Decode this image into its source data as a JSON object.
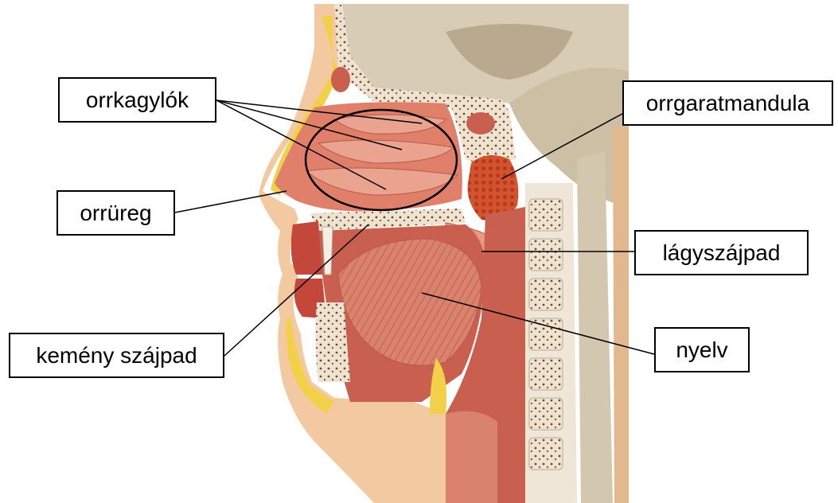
{
  "labels": {
    "turbinates": "orrkagylók",
    "nasal_cavity": "orrüreg",
    "hard_palate": "kemény szájpad",
    "adenoid": "orrgaratmandula",
    "soft_palate": "lágyszájpad",
    "tongue": "nyelv"
  },
  "colors": {
    "skin": "#f3c9a1",
    "fat": "#f2d04a",
    "muscle": "#c9604f",
    "mucosa": "#e59a86",
    "bone": "#efe6d8",
    "brain": "#d8c9b3",
    "adenoid": "#cf4b2b",
    "label_border": "#000000"
  }
}
